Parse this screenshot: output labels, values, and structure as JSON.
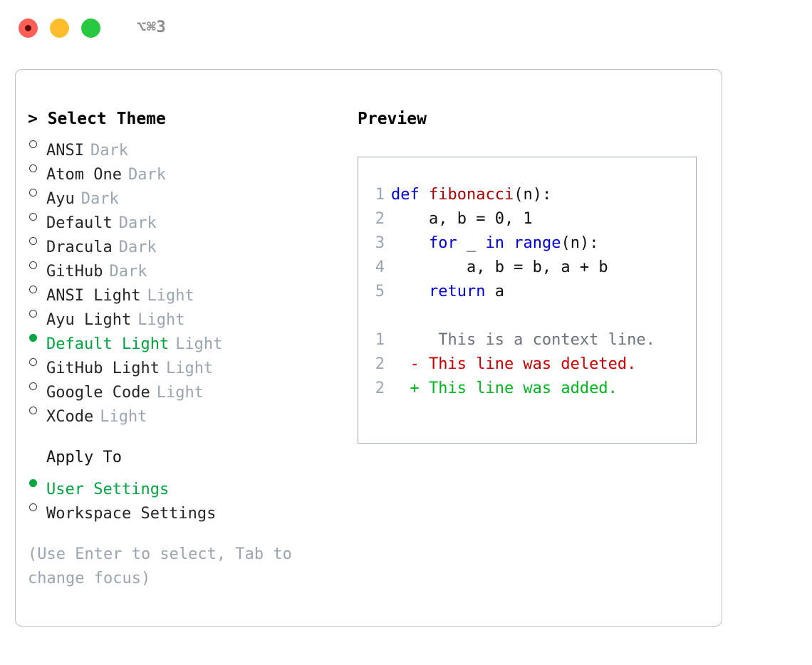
{
  "titlebar": {
    "shortcut": "⌥⌘3",
    "buttons": [
      {
        "name": "close",
        "color": "#ff5f57"
      },
      {
        "name": "minimize",
        "color": "#ffbd2e"
      },
      {
        "name": "zoom",
        "color": "#28c840"
      }
    ]
  },
  "theme_panel": {
    "header": "> Select Theme",
    "items": [
      {
        "label": "ANSI",
        "variant": "Dark",
        "selected": false
      },
      {
        "label": "Atom One",
        "variant": "Dark",
        "selected": false
      },
      {
        "label": "Ayu",
        "variant": "Dark",
        "selected": false
      },
      {
        "label": "Default",
        "variant": "Dark",
        "selected": false
      },
      {
        "label": "Dracula",
        "variant": "Dark",
        "selected": false
      },
      {
        "label": "GitHub",
        "variant": "Dark",
        "selected": false
      },
      {
        "label": "ANSI Light",
        "variant": "Light",
        "selected": false
      },
      {
        "label": "Ayu Light",
        "variant": "Light",
        "selected": false
      },
      {
        "label": "Default Light",
        "variant": "Light",
        "selected": true
      },
      {
        "label": "GitHub Light",
        "variant": "Light",
        "selected": false
      },
      {
        "label": "Google Code",
        "variant": "Light",
        "selected": false
      },
      {
        "label": "XCode",
        "variant": "Light",
        "selected": false
      }
    ]
  },
  "apply_to": {
    "header": "Apply To",
    "options": [
      {
        "label": "User Settings",
        "selected": true
      },
      {
        "label": "Workspace Settings",
        "selected": false
      }
    ]
  },
  "hint": "(Use Enter to select, Tab to change focus)",
  "preview": {
    "title": "Preview",
    "code_lines": [
      {
        "number": "1",
        "tokens": [
          {
            "text": "def ",
            "type": "kw"
          },
          {
            "text": "fibonacci",
            "type": "fn"
          },
          {
            "text": "(n):",
            "type": "pl"
          }
        ]
      },
      {
        "number": "2",
        "tokens": [
          {
            "text": "    a, b = 0, 1",
            "type": "pl"
          }
        ]
      },
      {
        "number": "3",
        "tokens": [
          {
            "text": "    ",
            "type": "pl"
          },
          {
            "text": "for",
            "type": "kw"
          },
          {
            "text": " _ ",
            "type": "pl"
          },
          {
            "text": "in",
            "type": "kw"
          },
          {
            "text": " ",
            "type": "pl"
          },
          {
            "text": "range",
            "type": "kw"
          },
          {
            "text": "(n):",
            "type": "pl"
          }
        ]
      },
      {
        "number": "4",
        "tokens": [
          {
            "text": "        a, b = b, a + b",
            "type": "pl"
          }
        ]
      },
      {
        "number": "5",
        "tokens": [
          {
            "text": "    ",
            "type": "pl"
          },
          {
            "text": "return",
            "type": "kw"
          },
          {
            "text": " a",
            "type": "pl"
          }
        ]
      }
    ],
    "diff_lines": [
      {
        "number": "1",
        "marker": " ",
        "text": "  This is a context line.",
        "type": "ctx"
      },
      {
        "number": "2",
        "marker": "-",
        "text": " This line was deleted.",
        "type": "del"
      },
      {
        "number": "2",
        "marker": "+",
        "text": " This line was added.",
        "type": "add"
      }
    ]
  },
  "colors": {
    "accent_green": "#00a63e",
    "muted": "#9aa5b4",
    "keyword": "#0000dd",
    "function": "#aa0000",
    "diff_add": "#00b81e",
    "diff_del": "#cc0000",
    "border": "#b9c0cc"
  }
}
